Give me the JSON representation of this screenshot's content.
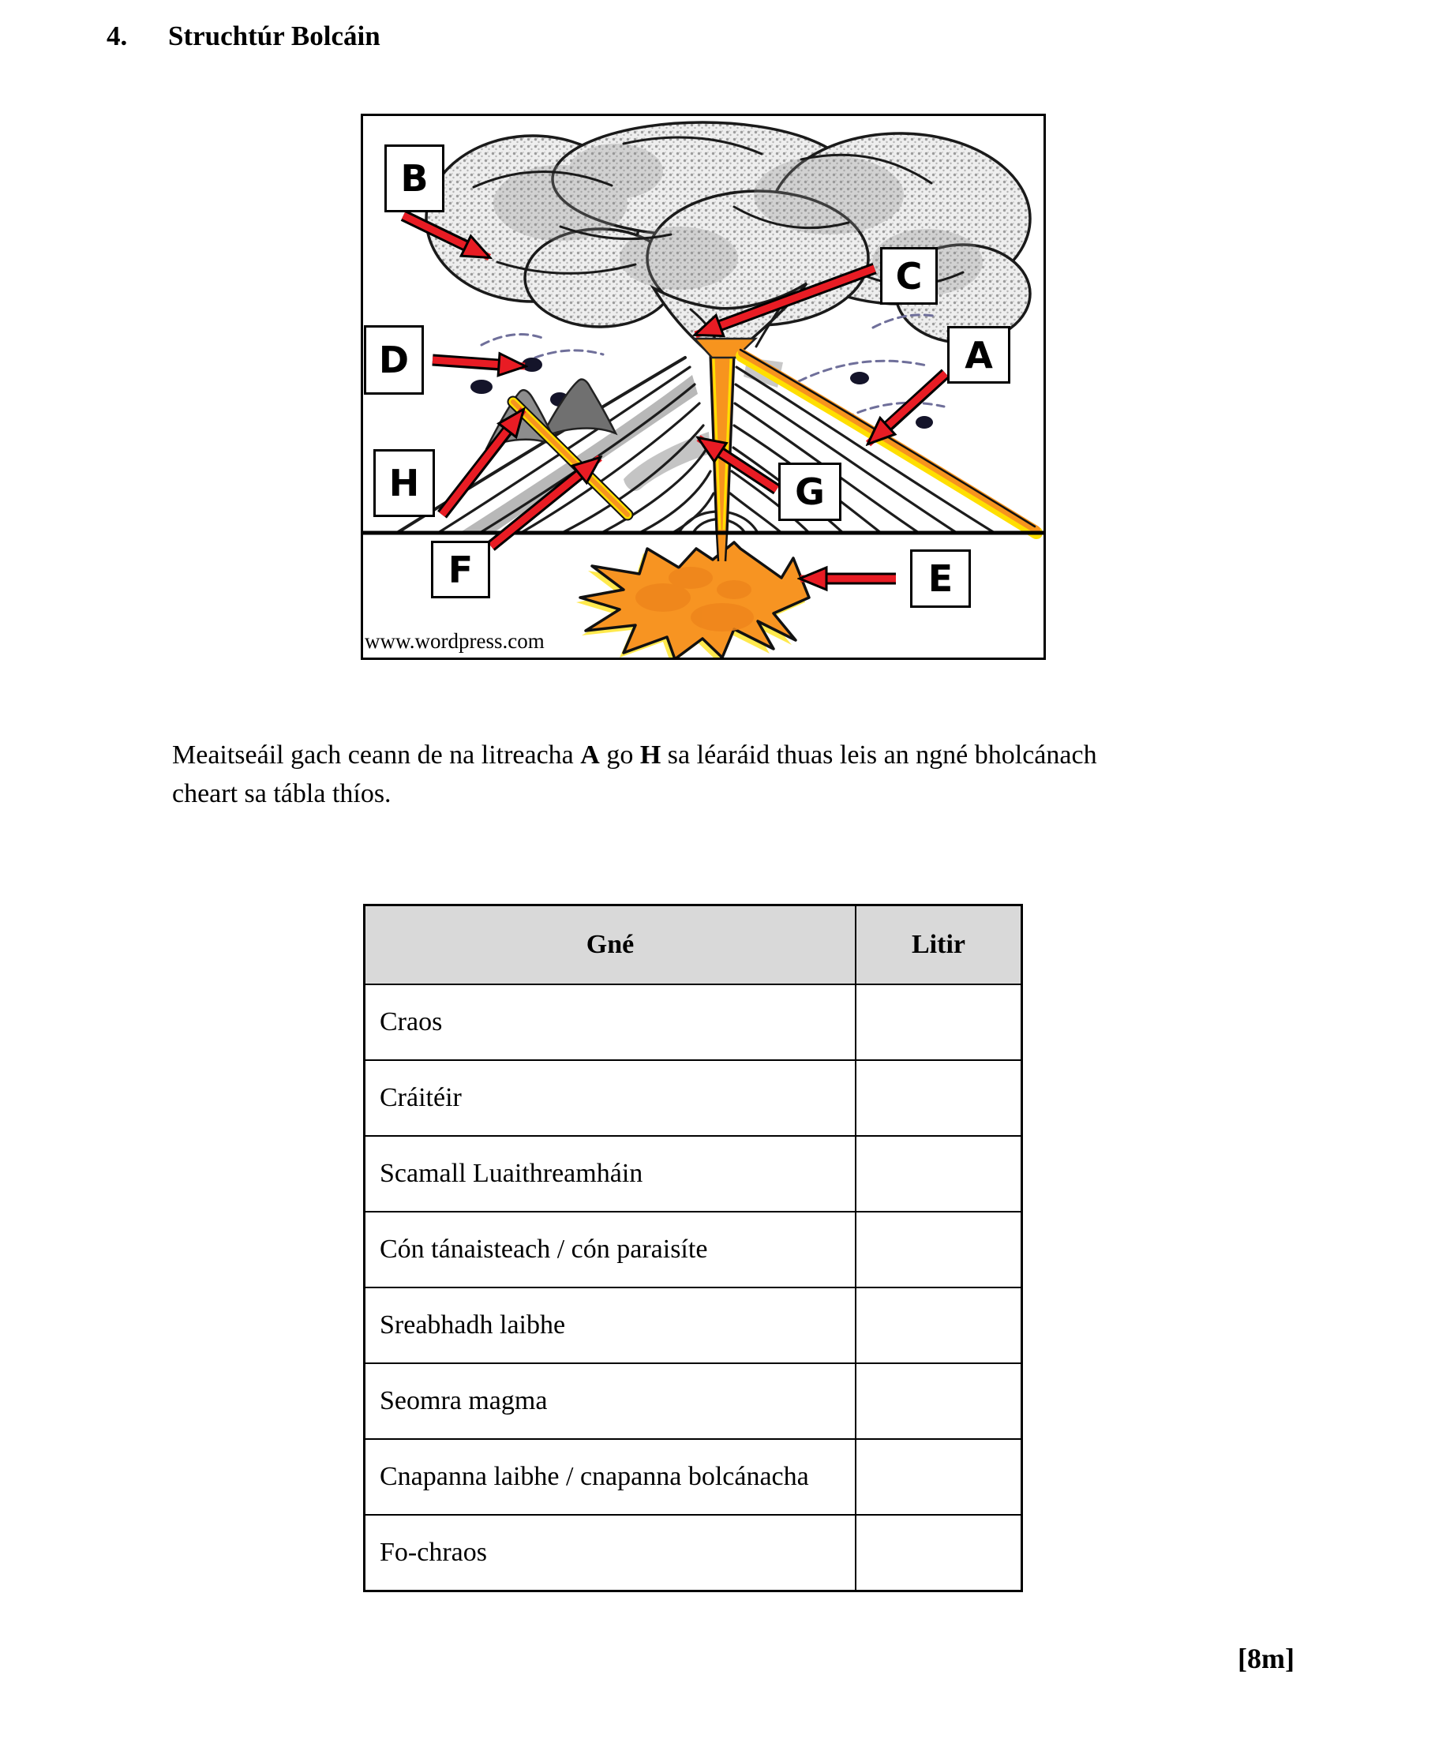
{
  "page": {
    "question_number": "4.",
    "title": "Struchtúr Bolcáin",
    "marks": "[8m]"
  },
  "instruction": {
    "part1": "Meaitseáil gach ceann de na litreacha ",
    "bold1": "A",
    "part2": " go ",
    "bold2": "H",
    "part3": " sa léaráid thuas leis an ngné bholcánach",
    "part4": "cheart sa tábla thíos."
  },
  "diagram": {
    "watermark": "www.wordpress.com",
    "labels": {
      "A": "A",
      "B": "B",
      "C": "C",
      "D": "D",
      "E": "E",
      "F": "F",
      "G": "G",
      "H": "H"
    },
    "colors": {
      "arrow_red": "#e81c24",
      "lava_orange": "#f7941e",
      "lava_yellow": "#ffdf00",
      "ash_gray": "#9c9c9c"
    }
  },
  "table": {
    "headers": {
      "feature": "Gné",
      "letter": "Litir"
    },
    "rows": [
      {
        "feature": "Craos",
        "letter": ""
      },
      {
        "feature": "Cráitéir",
        "letter": ""
      },
      {
        "feature": "Scamall Luaithreamháin",
        "letter": ""
      },
      {
        "feature": "Cón tánaisteach / cón paraisíte",
        "letter": ""
      },
      {
        "feature": "Sreabhadh laibhe",
        "letter": ""
      },
      {
        "feature": "Seomra magma",
        "letter": ""
      },
      {
        "feature": "Cnapanna laibhe / cnapanna bolcánacha",
        "letter": ""
      },
      {
        "feature": "Fo-chraos",
        "letter": ""
      }
    ]
  }
}
